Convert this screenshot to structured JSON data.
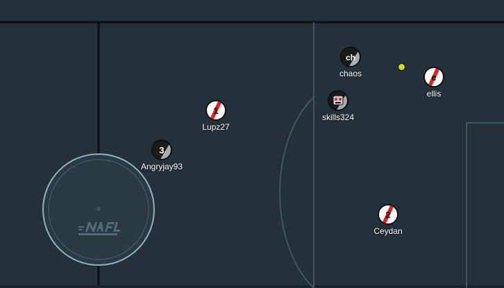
{
  "game": {
    "logo_text": "NAFL",
    "colors": {
      "pitch": "#25313a",
      "lines": "#3e5563",
      "wall": "#0b0f12",
      "center_circle": "#8fb3bd",
      "red_team": "#e22020",
      "dark_team": "#1a1a1a",
      "ball": "#d6d621"
    }
  },
  "ball": {
    "label": "ball",
    "color": "#d6d621"
  },
  "players": [
    {
      "name": "Lupz27",
      "avatar": "1",
      "team": "red"
    },
    {
      "name": "Angryjay93",
      "avatar": "3",
      "team": "dark"
    },
    {
      "name": "chaos",
      "avatar": "ch",
      "team": "dark"
    },
    {
      "name": "skills324",
      "avatar": "robot-face-icon",
      "team": "dark"
    },
    {
      "name": "ellis",
      "avatar": "e",
      "team": "red"
    },
    {
      "name": "Ceydan",
      "avatar": "2",
      "team": "red"
    }
  ]
}
